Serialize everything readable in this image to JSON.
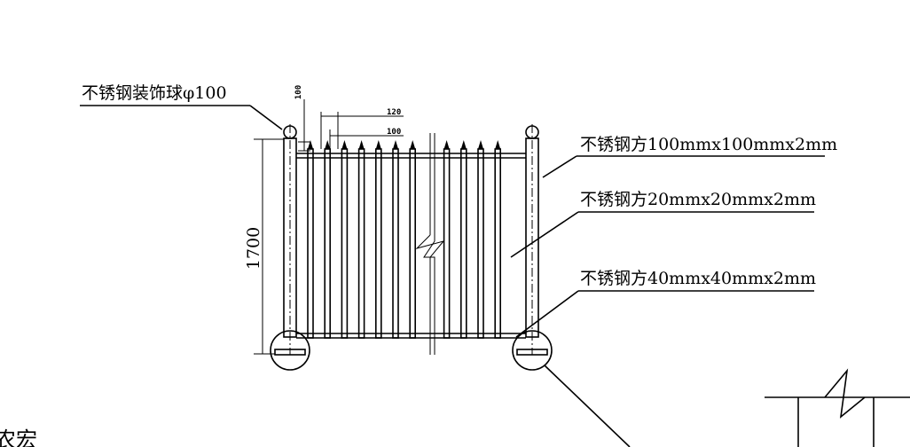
{
  "labels": {
    "ball": "不锈钢装饰球φ100",
    "post": "不锈钢方100mmx100mmx2mm",
    "picket": "不锈钢方20mmx20mmx2mm",
    "rail": "不锈钢方40mmx40mmx2mm"
  },
  "dimensions": {
    "height": "1700",
    "spike_height": "100",
    "spacing_outer": "120",
    "spacing_inner": "100"
  },
  "cut_text": "农宏"
}
